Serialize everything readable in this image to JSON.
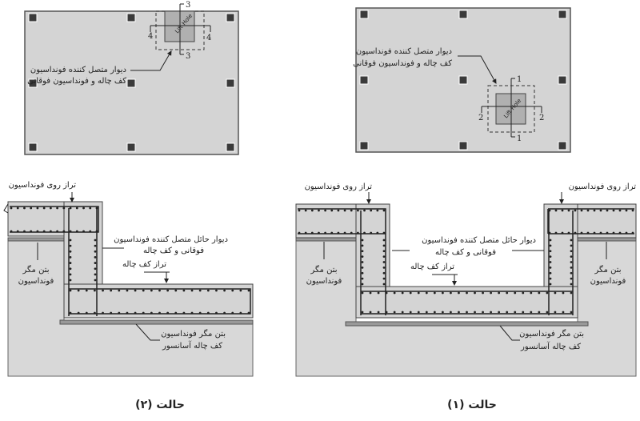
{
  "plan_case2": {
    "hole_label": "Lift Hole",
    "section_a": "3",
    "section_b": "4",
    "callout_line1": "دیوار متصل کننده فونداسیون",
    "callout_line2": "کف چاله و فونداسیون فوقانی"
  },
  "plan_case1": {
    "hole_label": "Lift Hole",
    "section_a": "1",
    "section_b": "2",
    "callout_line1": "دیوار متصل کننده فونداسیون",
    "callout_line2": "کف چاله و فونداسیون فوقانی"
  },
  "section_case2": {
    "top_level": "تراز روی فونداسیون",
    "wall_line1": "دیوار حائل متصل کننده فونداسیون",
    "wall_line2": "فوقانی و کف چاله",
    "pit_level": "تراز کف چاله",
    "lean1": "بتن مگر",
    "lean2": "فونداسیون",
    "pit_lean1": "بتن مگر فونداسیون",
    "pit_lean2": "کف چاله آسانسور"
  },
  "section_case1": {
    "top_level_left": "تراز روی فونداسیون",
    "top_level_right": "تراز روی فونداسیون",
    "wall_line1": "دیوار حائل متصل کننده فونداسیون",
    "wall_line2": "فوقانی و کف چاله",
    "pit_level": "تراز کف چاله",
    "lean_left1": "بتن مگر",
    "lean_left2": "فونداسیون",
    "lean_right1": "بتن مگر",
    "lean_right2": "فونداسیون",
    "pit_lean1": "بتن مگر فونداسیون",
    "pit_lean2": "کف چاله آسانسور"
  },
  "captions": {
    "case2": "حالت (۲)",
    "case1": "حالت (۱)"
  }
}
